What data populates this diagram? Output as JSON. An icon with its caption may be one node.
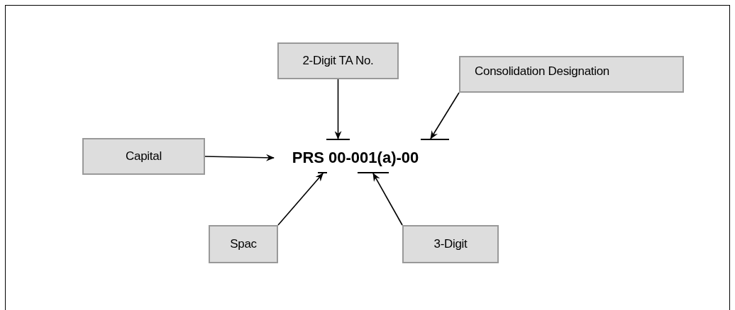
{
  "diagram": {
    "nodes": [
      {
        "text": [
          "2-Digit TA No."
        ]
      },
      {
        "text": [
          "Consolidation Designation"
        ]
      },
      {
        "text": [
          "Capital"
        ]
      },
      {
        "text": [
          "PRS 00-001(a)-00"
        ]
      },
      {
        "text": [
          "Spac"
        ]
      },
      {
        "text": [
          "3-Digit"
        ]
      },
      {
        "text": [],
        "shape": "bar"
      },
      {
        "text": [],
        "shape": "bar"
      },
      {
        "text": [],
        "shape": "bar"
      },
      {
        "text": [],
        "shape": "bar"
      }
    ],
    "edges": [
      {
        "from": 0,
        "to": 6,
        "arrow": "to"
      },
      {
        "from": 1,
        "to": 7,
        "arrow": "to"
      },
      {
        "from": 2,
        "to": 3,
        "arrow": "to"
      },
      {
        "from": 4,
        "to": 8,
        "arrow": "to"
      },
      {
        "from": 5,
        "to": 9,
        "arrow": "to"
      }
    ]
  }
}
